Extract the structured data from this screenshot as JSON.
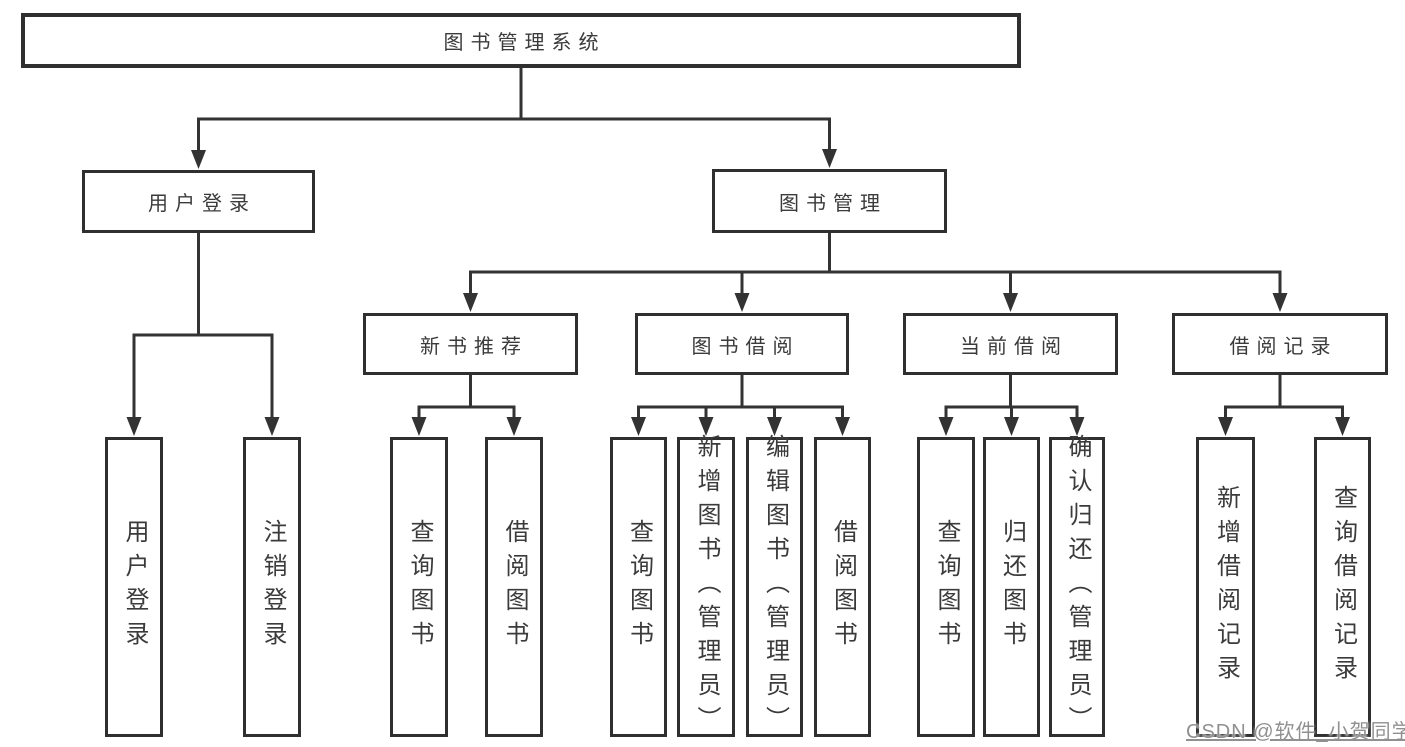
{
  "diagram": {
    "watermark": "CSDN @软件_小贺同学",
    "colors": {
      "line": "#333333",
      "box_border": "#2f2f2f",
      "box_bg": "#ffffff",
      "text": "#3b3b3b",
      "watermark": "#909090",
      "canvas_bg": "#ffffff"
    },
    "nodes": {
      "root": {
        "label": "图书管理系统",
        "orientation": "horizontal"
      },
      "user-login": {
        "label": "用户登录",
        "orientation": "horizontal"
      },
      "book-mgmt": {
        "label": "图书管理",
        "orientation": "horizontal"
      },
      "new-rec": {
        "label": "新书推荐",
        "orientation": "horizontal"
      },
      "borrow": {
        "label": "图书借阅",
        "orientation": "horizontal"
      },
      "current": {
        "label": "当前借阅",
        "orientation": "horizontal"
      },
      "record": {
        "label": "借阅记录",
        "orientation": "horizontal"
      },
      "ul-login": {
        "label": "用户登录",
        "orientation": "vertical"
      },
      "ul-logout": {
        "label": "注销登录",
        "orientation": "vertical"
      },
      "nr-query": {
        "label": "查询图书",
        "orientation": "vertical"
      },
      "nr-borrow": {
        "label": "借阅图书",
        "orientation": "vertical"
      },
      "bw-query": {
        "label": "查询图书",
        "orientation": "vertical"
      },
      "bw-add": {
        "label": "新增图书（管理员）",
        "orientation": "vertical"
      },
      "bw-edit": {
        "label": "编辑图书（管理员）",
        "orientation": "vertical"
      },
      "bw-borrow": {
        "label": "借阅图书",
        "orientation": "vertical"
      },
      "cb-query": {
        "label": "查询图书",
        "orientation": "vertical"
      },
      "cb-return": {
        "label": "归还图书",
        "orientation": "vertical"
      },
      "cb-confirm": {
        "label": "确认归还（管理员）",
        "orientation": "vertical"
      },
      "rc-add": {
        "label": "新增借阅记录",
        "orientation": "vertical"
      },
      "rc-query": {
        "label": "查询借阅记录",
        "orientation": "vertical"
      }
    },
    "hierarchy": [
      {
        "parent": "root",
        "children": [
          "user-login",
          "book-mgmt"
        ]
      },
      {
        "parent": "user-login",
        "children": [
          "ul-login",
          "ul-logout"
        ]
      },
      {
        "parent": "book-mgmt",
        "children": [
          "new-rec",
          "borrow",
          "current",
          "record"
        ]
      },
      {
        "parent": "new-rec",
        "children": [
          "nr-query",
          "nr-borrow"
        ]
      },
      {
        "parent": "borrow",
        "children": [
          "bw-query",
          "bw-add",
          "bw-edit",
          "bw-borrow"
        ]
      },
      {
        "parent": "current",
        "children": [
          "cb-query",
          "cb-return",
          "cb-confirm"
        ]
      },
      {
        "parent": "record",
        "children": [
          "rc-add",
          "rc-query"
        ]
      }
    ]
  }
}
